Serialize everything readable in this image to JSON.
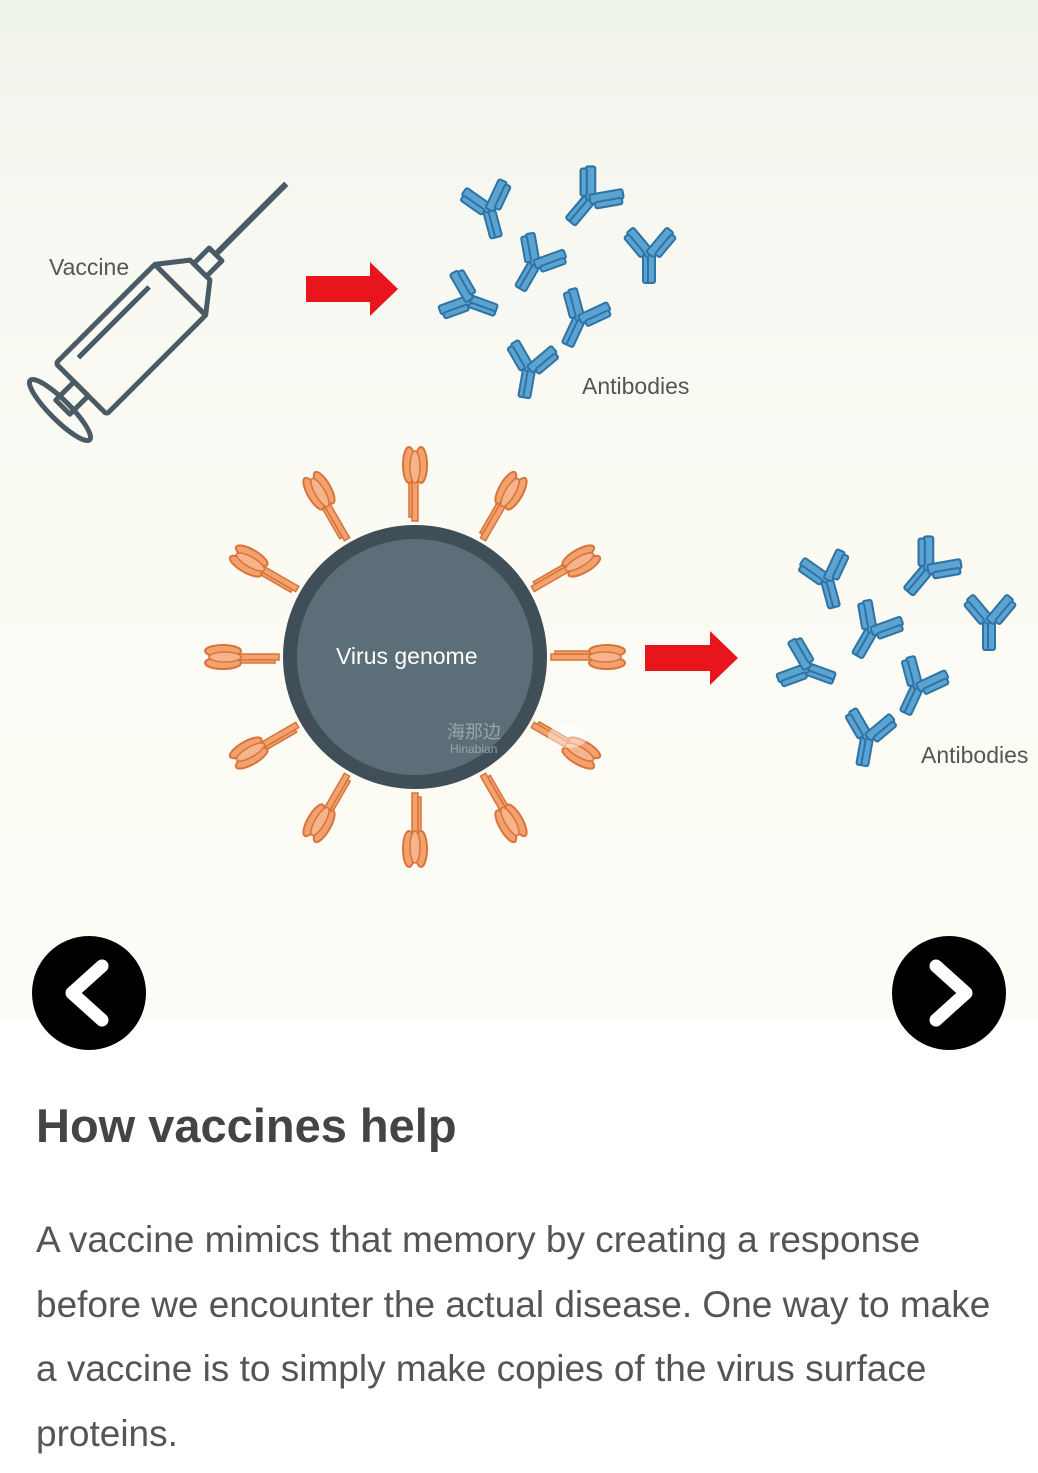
{
  "illustration": {
    "vaccine_label": "Vaccine",
    "antibodies_label_top": "Antibodies",
    "virus_label": "Virus genome",
    "antibodies_label_bottom": "Antibodies",
    "watermark_cn": "海那边",
    "watermark_en": "Hinabian",
    "colors": {
      "arrow": "#e8161c",
      "antibody": "#5ba3d0",
      "antibody_stroke": "#2f73a6",
      "virus_core": "#5c6e78",
      "virus_ring": "#3f4e57",
      "spike": "#f2a26f",
      "spike_stroke": "#d9733a",
      "syringe": "#4b5b66"
    }
  },
  "nav": {
    "prev_icon": "chevron-left-icon",
    "next_icon": "chevron-right-icon"
  },
  "article": {
    "title": "How vaccines help",
    "body": "A vaccine mimics that memory by creating a response before we encounter the actual disease. One way to make a vaccine is to simply make copies of the virus surface proteins."
  }
}
